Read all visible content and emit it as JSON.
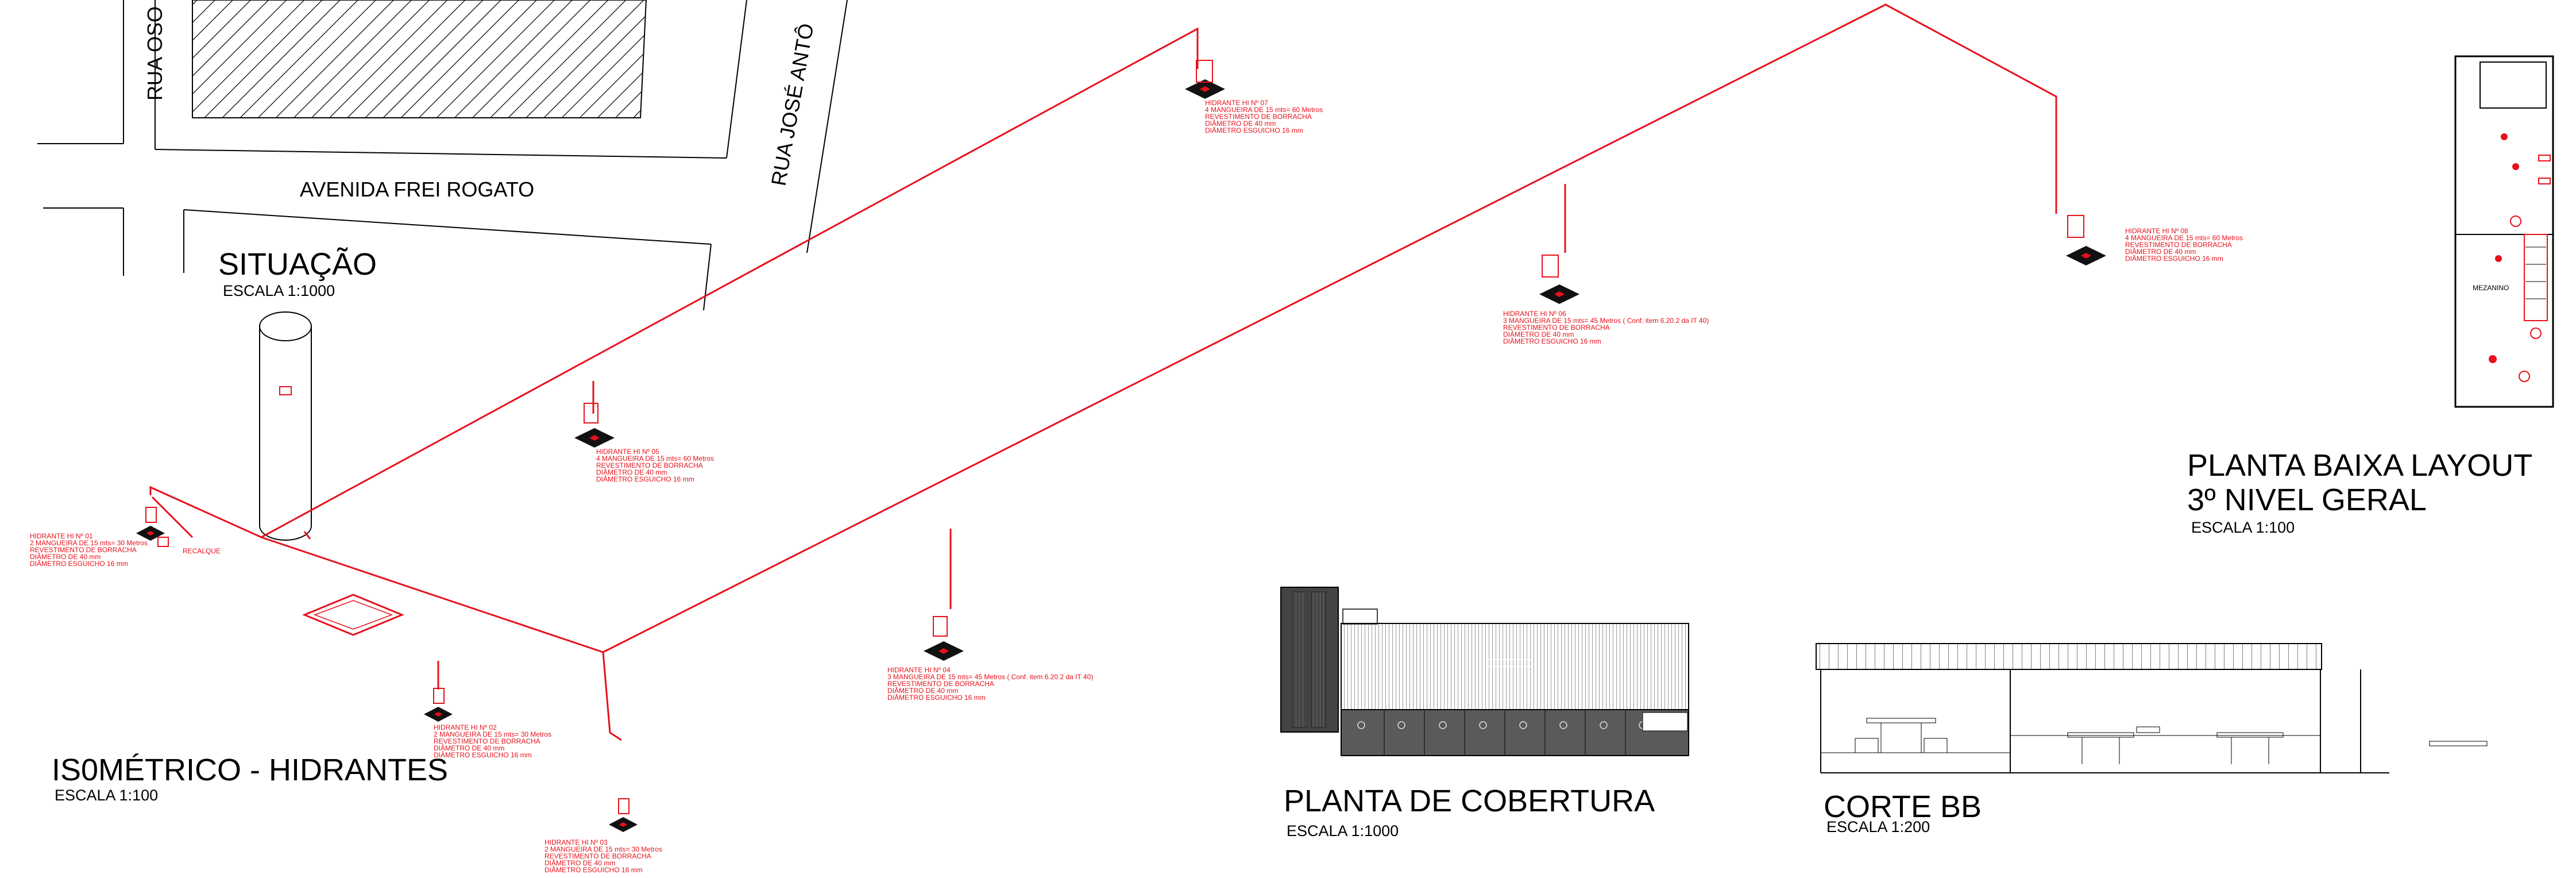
{
  "situacao": {
    "streets": [
      "RUA OSO",
      "RUA JOSÉ ANTÔ",
      "AVENIDA FREI ROGATO"
    ],
    "title": "SITUAÇÃO",
    "scale": "ESCALA 1:1000"
  },
  "isometrico": {
    "title": "IS0MÉTRICO - HIDRANTES",
    "scale": "ESCALA 1:100",
    "recalque_label": "RECALQUE",
    "hydrants": [
      {
        "lines": [
          "HIDRANTE HI Nº 01",
          "2 MANGUEIRA DE 15 mts= 30 Metros",
          "REVESTIMENTO DE BORRACHA",
          "DIÂMETRO DE 40 mm",
          "DIÂMETRO ESGUICHO 16 mm"
        ]
      },
      {
        "lines": [
          "HIDRANTE HI Nº 02",
          "2 MANGUEIRA DE 15 mts= 30 Metros",
          "REVESTIMENTO DE BORRACHA",
          "DIÂMETRO DE 40 mm",
          "DIÂMETRO ESGUICHO 16 mm"
        ]
      },
      {
        "lines": [
          "HIDRANTE HI Nº 03",
          "2 MANGUEIRA DE 15 mts= 30 Metros",
          "REVESTIMENTO DE BORRACHA",
          "DIÂMETRO DE 40 mm",
          "DIÂMETRO ESGUICHO 16 mm"
        ]
      },
      {
        "lines": [
          "HIDRANTE HI Nº 04",
          "3 MANGUEIRA DE 15 mts= 45 Metros ( Conf. item 6.20.2 da IT 40)",
          "REVESTIMENTO DE BORRACHA",
          "DIÂMETRO DE 40 mm",
          "DIÂMETRO ESGUICHO 16 mm"
        ]
      },
      {
        "lines": [
          "HIDRANTE HI Nº 05",
          "4 MANGUEIRA DE 15 mts= 60 Metros",
          "REVESTIMENTO DE BORRACHA",
          "DIÂMETRO DE 40 mm",
          "DIÂMETRO ESGUICHO 16 mm"
        ]
      },
      {
        "lines": [
          "HIDRANTE HI Nº 06",
          "3 MANGUEIRA DE 15 mts= 45 Metros ( Conf. item 6.20.2 da IT 40)",
          "REVESTIMENTO DE BORRACHA",
          "DIÂMETRO DE 40 mm",
          "DIÂMETRO ESGUICHO 16 mm"
        ]
      },
      {
        "lines": [
          "HIDRANTE HI Nº 07",
          "4 MANGUEIRA DE 15 mts= 60 Metros",
          "REVESTIMENTO DE BORRACHA",
          "DIÂMETRO DE 40 mm",
          "DIÂMETRO ESGUICHO 16 mm"
        ]
      },
      {
        "lines": [
          "HIDRANTE HI Nº 08",
          "4 MANGUEIRA DE 15 mts= 60 Metros",
          "REVESTIMENTO DE BORRACHA",
          "DIÂMETRO DE 40 mm",
          "DIÂMETRO ESGUICHO 16 mm"
        ]
      }
    ]
  },
  "cobertura": {
    "title": "PLANTA DE COBERTURA",
    "scale": "ESCALA 1:1000"
  },
  "corte": {
    "title": "CORTE BB",
    "scale": "ESCALA 1:200"
  },
  "planta_baixa": {
    "title_line1": "PLANTA BAIXA LAYOUT",
    "title_line2": "3º NIVEL GERAL",
    "scale": "ESCALA 1:100",
    "mezanino_label": "MEZANINO"
  },
  "colors": {
    "pipe": "#e8101a",
    "line": "#000000",
    "roof": "#5a5a5a"
  }
}
